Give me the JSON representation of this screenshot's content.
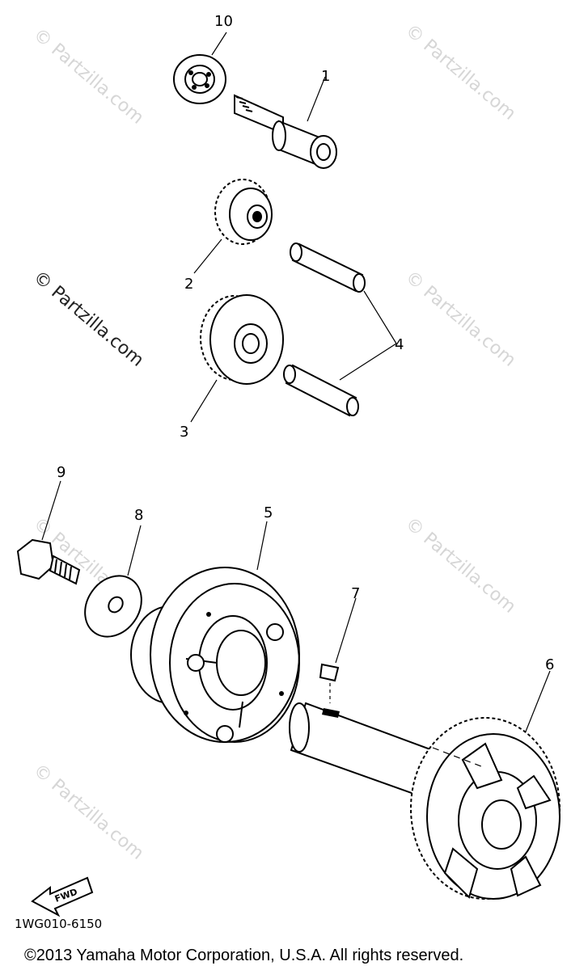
{
  "diagram": {
    "callouts": [
      {
        "id": "1",
        "label": "1"
      },
      {
        "id": "2",
        "label": "2"
      },
      {
        "id": "3",
        "label": "3"
      },
      {
        "id": "4",
        "label": "4"
      },
      {
        "id": "5",
        "label": "5"
      },
      {
        "id": "6",
        "label": "6"
      },
      {
        "id": "7",
        "label": "7"
      },
      {
        "id": "8",
        "label": "8"
      },
      {
        "id": "9",
        "label": "9"
      },
      {
        "id": "10",
        "label": "10"
      }
    ],
    "fwd_label": "FWD",
    "part_code": "1WG010-6150",
    "watermark": "© Partzilla.com",
    "copyright": "©2013 Yamaha Motor Corporation, U.S.A. All rights reserved."
  }
}
